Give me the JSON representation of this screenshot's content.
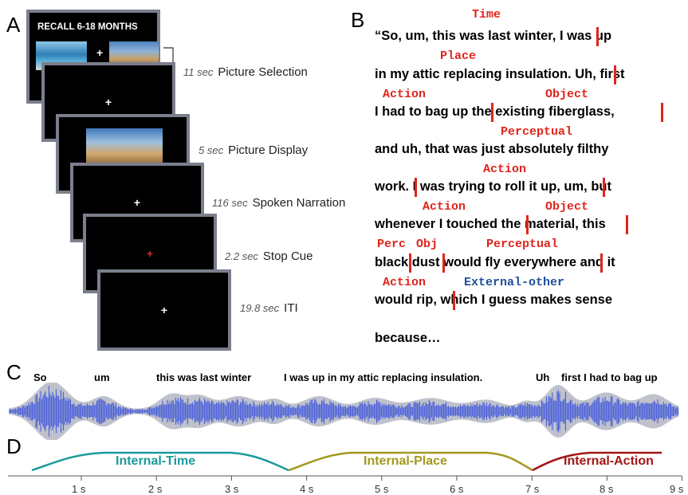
{
  "panels": {
    "a": "A",
    "b": "B",
    "c": "C",
    "d": "D"
  },
  "panelA": {
    "banner": "RECALL 6-18 MONTHS",
    "fixation": "+",
    "events": [
      {
        "duration": "11 sec",
        "label": "Picture Selection"
      },
      {
        "duration": "5 sec",
        "label": "Picture Display"
      },
      {
        "duration": "116 sec",
        "label": "Spoken Narration"
      },
      {
        "duration": "2.2 sec",
        "label": "Stop Cue"
      },
      {
        "duration": "19.8 sec",
        "label": "ITI"
      }
    ]
  },
  "panelB": {
    "lines": [
      "“So, um, this was last winter, I was up",
      "in my attic replacing insulation. Uh, first",
      "I had to bag up the existing fiberglass,",
      "and uh, that was just absolutely filthy",
      "work. I was trying to roll it up, um, but",
      "whenever I touched the material, this",
      "black dust would fly everywhere and it",
      "would rip, which I guess makes sense",
      "because…"
    ],
    "tags": {
      "time": "Time",
      "place": "Place",
      "action1": "Action",
      "object1": "Object",
      "perceptual1": "Perceptual",
      "action2": "Action",
      "action3": "Action",
      "object2": "Object",
      "perc": "Perc",
      "obj": "Obj",
      "perceptual2": "Perceptual",
      "action4": "Action",
      "external": "External-other"
    },
    "colors": {
      "internal": "#e0241b",
      "external": "#1f4e9c"
    }
  },
  "panelC": {
    "words": [
      "So",
      "um",
      "this was last winter",
      "I was up in my attic replacing insulation.",
      "Uh",
      "first I had to bag up"
    ],
    "waveform_color": "#4f63d8",
    "envelope_color": "#b9bcc6"
  },
  "panelD": {
    "segments": [
      {
        "label": "Internal-Time",
        "color": "#1a9a9a"
      },
      {
        "label": "Internal-Place",
        "color": "#a3991c"
      },
      {
        "label": "Internal-Action",
        "color": "#a31515"
      }
    ],
    "ticks": [
      "1 s",
      "2 s",
      "3 s",
      "4 s",
      "5 s",
      "6 s",
      "7 s",
      "8 s",
      "9 s"
    ]
  }
}
